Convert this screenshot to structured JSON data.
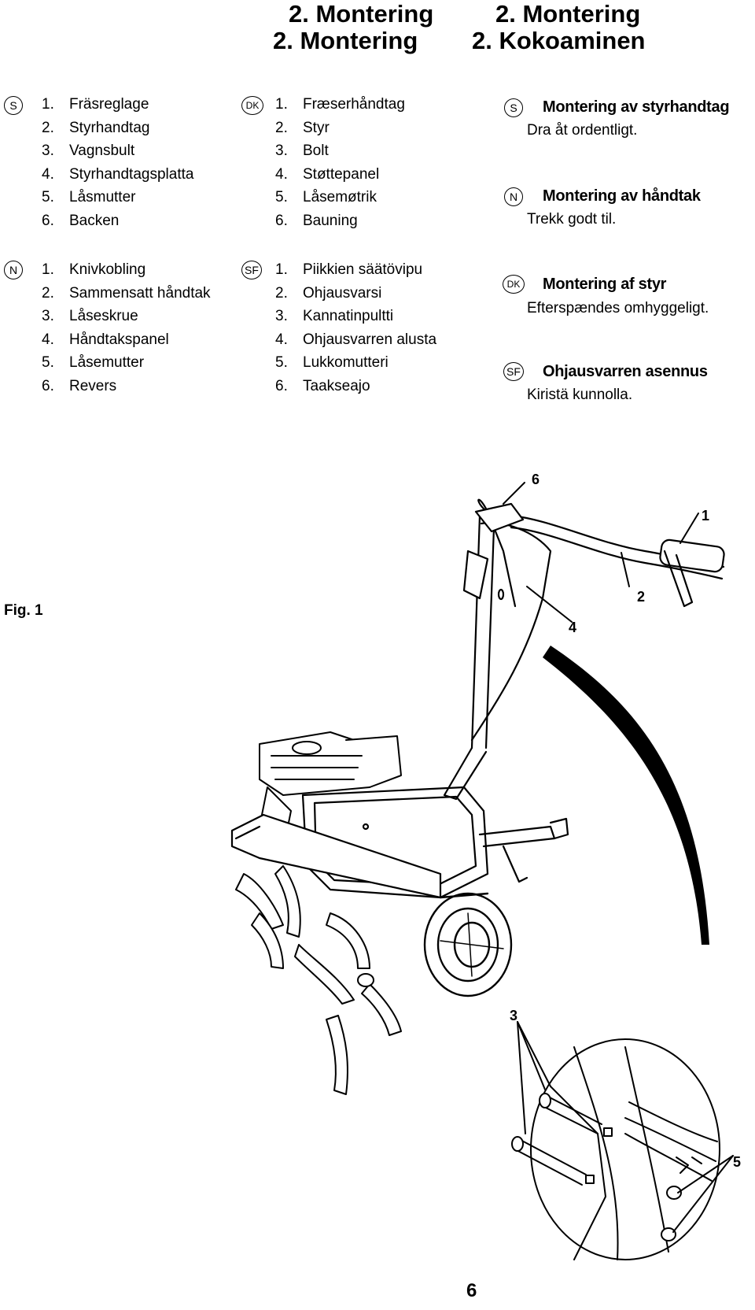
{
  "titles": {
    "line1_a": "2.  Montering",
    "line1_b": "2. Montering",
    "line2_a": "2. Montering",
    "line2_b": "2. Kokoaminen"
  },
  "lists": {
    "s": {
      "tag": "S",
      "items": [
        {
          "n": "1.",
          "t": "Fräsreglage"
        },
        {
          "n": "2.",
          "t": "Styrhandtag"
        },
        {
          "n": "3.",
          "t": "Vagnsbult"
        },
        {
          "n": "4.",
          "t": "Styrhandtagsplatta"
        },
        {
          "n": "5.",
          "t": "Låsmutter"
        },
        {
          "n": "6.",
          "t": "Backen"
        }
      ]
    },
    "dk": {
      "tag": "DK",
      "items": [
        {
          "n": "1.",
          "t": "Fræserhåndtag"
        },
        {
          "n": "2.",
          "t": "Styr"
        },
        {
          "n": "3.",
          "t": "Bolt"
        },
        {
          "n": "4.",
          "t": "Støttepanel"
        },
        {
          "n": "5.",
          "t": "Låsemøtrik"
        },
        {
          "n": "6.",
          "t": "Bauning"
        }
      ]
    },
    "n": {
      "tag": "N",
      "items": [
        {
          "n": "1.",
          "t": "Knivkobling"
        },
        {
          "n": "2.",
          "t": "Sammensatt håndtak"
        },
        {
          "n": "3.",
          "t": "Låseskrue"
        },
        {
          "n": "4.",
          "t": "Håndtakspanel"
        },
        {
          "n": "5.",
          "t": "Låsemutter"
        },
        {
          "n": "6.",
          "t": "Revers"
        }
      ]
    },
    "sf": {
      "tag": "SF",
      "items": [
        {
          "n": "1.",
          "t": "Piikkien säätövipu"
        },
        {
          "n": "2.",
          "t": "Ohjausvarsi"
        },
        {
          "n": "3.",
          "t": "Kannatinpultti"
        },
        {
          "n": "4.",
          "t": "Ohjausvarren alusta"
        },
        {
          "n": "5.",
          "t": "Lukkomutteri"
        },
        {
          "n": "6.",
          "t": "Taakseajo"
        }
      ]
    }
  },
  "notes": [
    {
      "tag": "S",
      "heading": "Montering av styrhandtag",
      "text": "Dra åt ordentligt."
    },
    {
      "tag": "N",
      "heading": "Montering av håndtak",
      "text": "Trekk godt til."
    },
    {
      "tag": "DK",
      "heading": "Montering af styr",
      "text": "Efterspændes omhyggeligt."
    },
    {
      "tag": "SF",
      "heading": "Ohjausvarren asennus",
      "text": "Kiristä kunnolla."
    }
  ],
  "figure": {
    "label": "Fig. 1",
    "callouts": [
      "6",
      "1",
      "2",
      "4",
      "3",
      "5"
    ]
  },
  "page_number": "6"
}
